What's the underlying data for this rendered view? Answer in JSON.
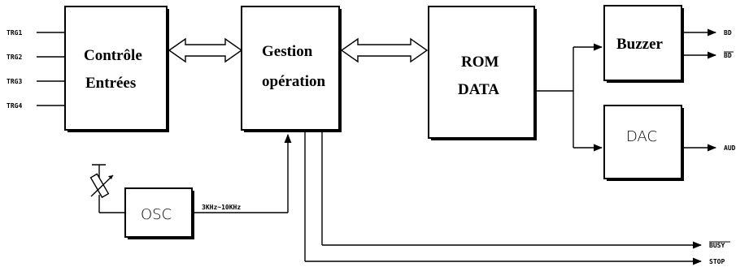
{
  "blocks": {
    "controle": {
      "line1": "Contrôle",
      "line2": "Entrées"
    },
    "gestion": {
      "line1": "Gestion",
      "line2": "opération"
    },
    "rom": {
      "line1": "ROM",
      "line2": "DATA"
    },
    "buzzer": {
      "label": "Buzzer"
    },
    "dac": {
      "label": "DAC"
    },
    "osc": {
      "label": "OSC"
    }
  },
  "signals": {
    "inputs": [
      "TRG1",
      "TRG2",
      "TRG3",
      "TRG4"
    ],
    "bd": "BD",
    "bd_bar": "BD",
    "aud": "AUD",
    "busy": "BUSY",
    "stop": "STOP",
    "freq": "3KHz~10KHz"
  }
}
